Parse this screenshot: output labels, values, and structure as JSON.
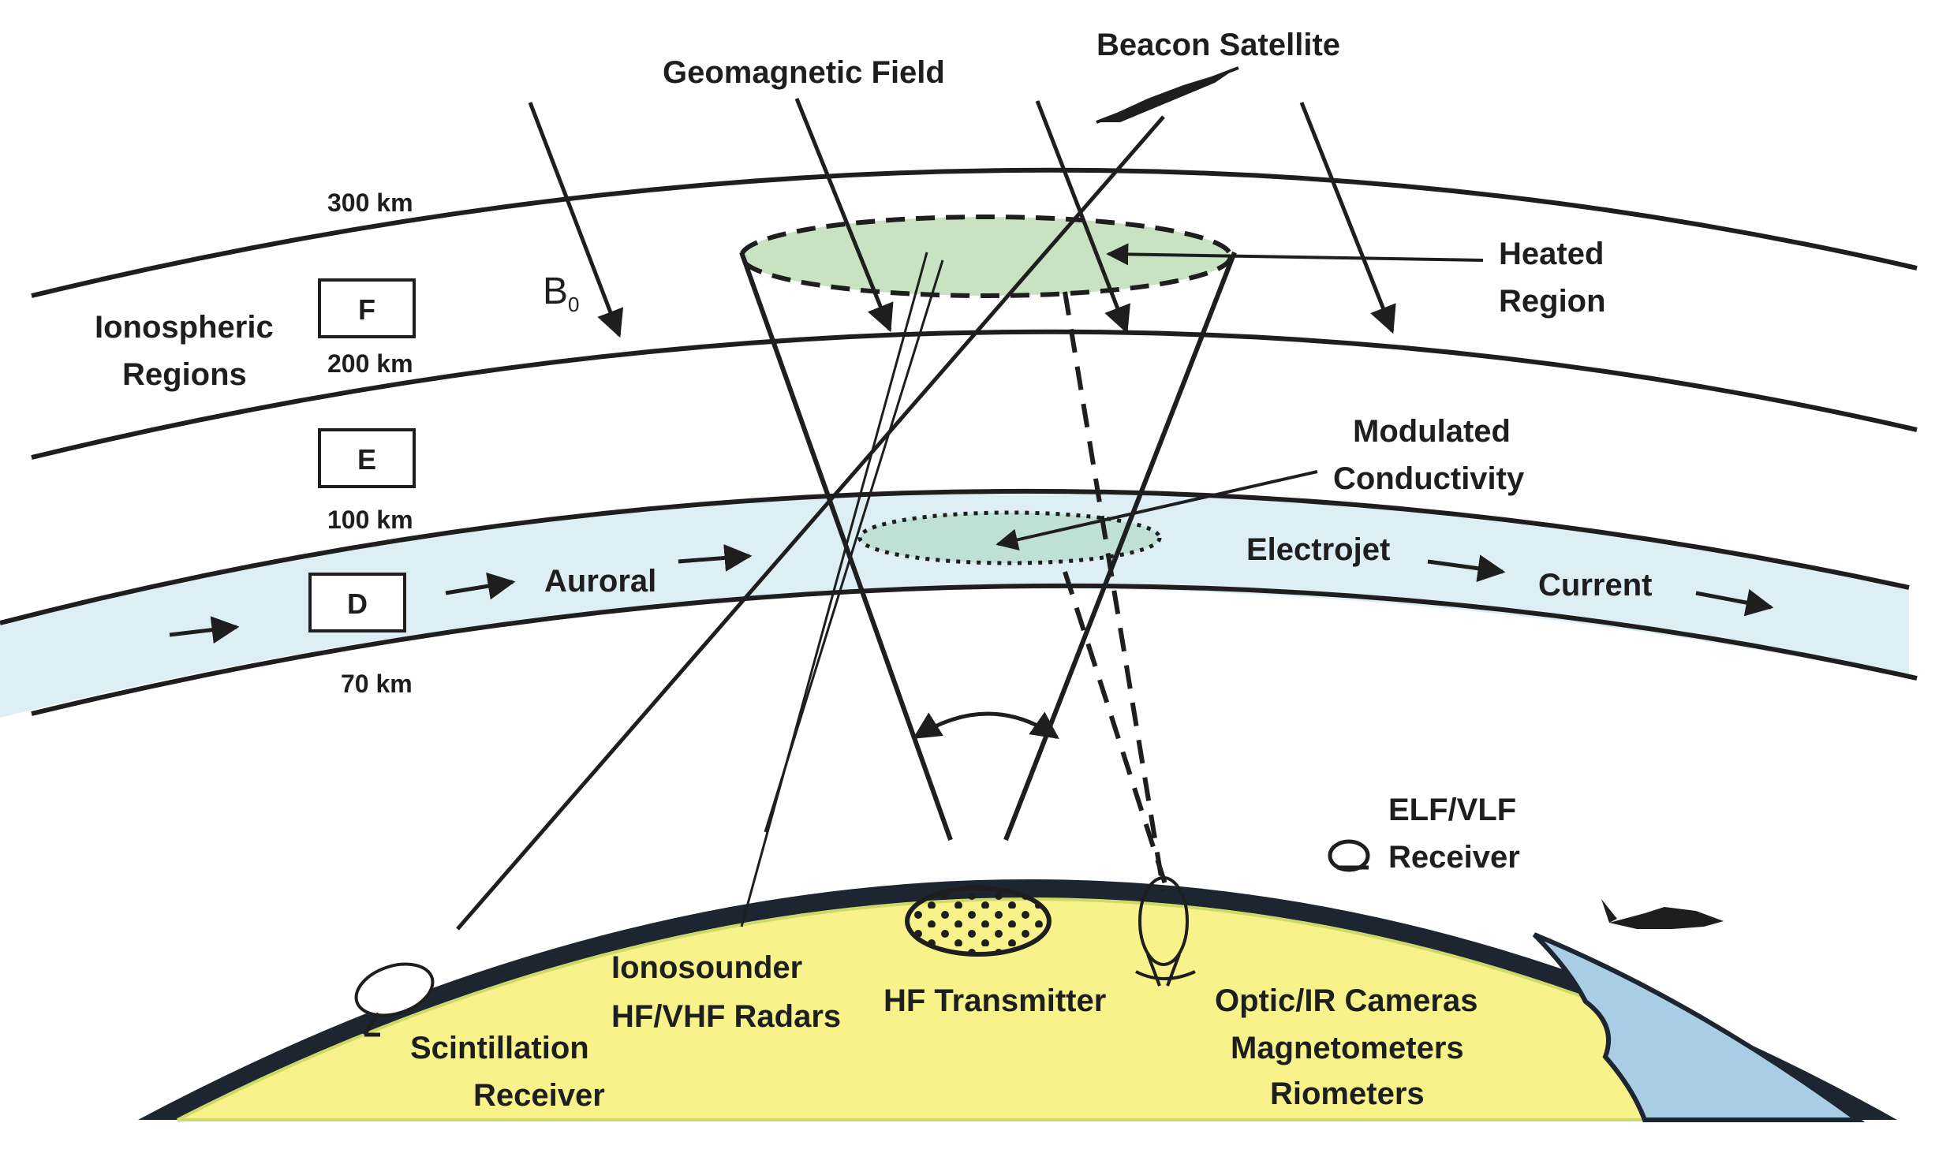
{
  "colors": {
    "ink": "#1e1e1e",
    "heated_fill": "#c8e2c2",
    "d_region_fill": "#ddeef4",
    "land": "#f7f28a",
    "land_edge": "#cfd96a",
    "crust": "#1c2530",
    "ocean": "#a9cde4",
    "modulated_fill": "#bfe0d4"
  },
  "icons": [
    "beacon-satellite-icon",
    "aircraft-icon",
    "elf-vlf-loop-antenna-icon",
    "scintillation-dish-icon",
    "optic-camera-icon",
    "hf-antenna-array-icon"
  ],
  "labels": {
    "beacon_satellite": "Beacon Satellite",
    "geomagnetic_field": "Geomagnetic Field",
    "heated_region_1": "Heated",
    "heated_region_2": "Region",
    "ionospheric_1": "Ionospheric",
    "ionospheric_2": "Regions",
    "modulated_1": "Modulated",
    "modulated_2": "Conductivity",
    "auroral": "Auroral",
    "electrojet": "Electrojet",
    "current": "Current",
    "elf_vlf_1": "ELF/VLF",
    "elf_vlf_2": "Receiver",
    "ionosounder_1": "Ionosounder",
    "ionosounder_2": "HF/VHF Radars",
    "hf_transmitter": "HF Transmitter",
    "optic_1": "Optic/IR Cameras",
    "optic_2": "Magnetometers",
    "optic_3": "Riometers",
    "scint_1": "Scintillation",
    "scint_2": "Receiver",
    "b0_main": "B",
    "b0_sub": "0"
  },
  "altitudes": {
    "km300": "300 km",
    "km200": "200 km",
    "km100": "100 km",
    "km70": "70 km"
  },
  "regions": {
    "f": "F",
    "e": "E",
    "d": "D"
  }
}
